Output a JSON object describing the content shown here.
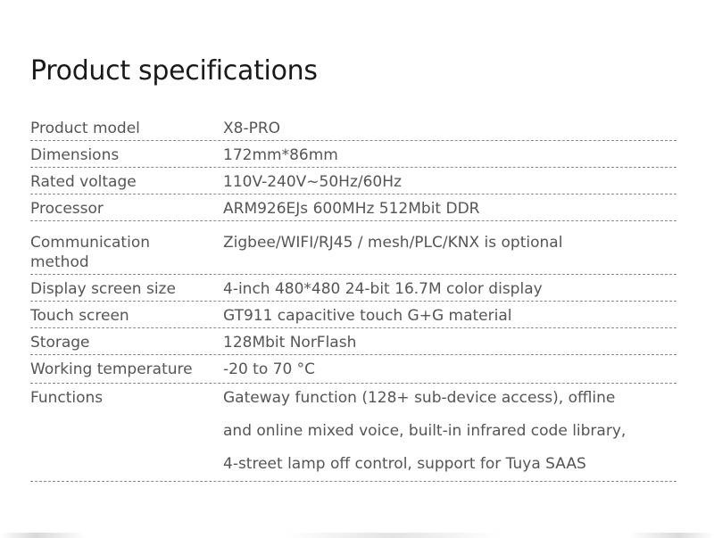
{
  "title": "Product specifications",
  "specs": [
    {
      "label": "Product model",
      "value": [
        "X8-PRO"
      ]
    },
    {
      "label": "Dimensions",
      "value": [
        "172mm*86mm"
      ]
    },
    {
      "label": "Rated voltage",
      "value": [
        "110V-240V~50Hz/60Hz"
      ]
    },
    {
      "label": "Processor",
      "value": [
        "ARM926EJs 600MHz 512Mbit DDR"
      ]
    },
    {
      "label": "Communication method",
      "value": [
        "Zigbee/WIFI/RJ45 / mesh/PLC/KNX is optional"
      ]
    },
    {
      "label": "Display screen size",
      "value": [
        "4-inch 480*480 24-bit 16.7M color display"
      ]
    },
    {
      "label": "Touch screen",
      "value": [
        "GT911 capacitive touch G+G material"
      ]
    },
    {
      "label": "Storage",
      "value": [
        "128Mbit NorFlash"
      ]
    },
    {
      "label": "Working temperature",
      "value": [
        "-20 to 70 °C"
      ]
    },
    {
      "label": "Functions",
      "value": [
        "Gateway function (128+ sub-device access), offline",
        "and online mixed voice, built-in infrared code library,",
        "4-street lamp off control, support for Tuya SAAS"
      ]
    }
  ]
}
